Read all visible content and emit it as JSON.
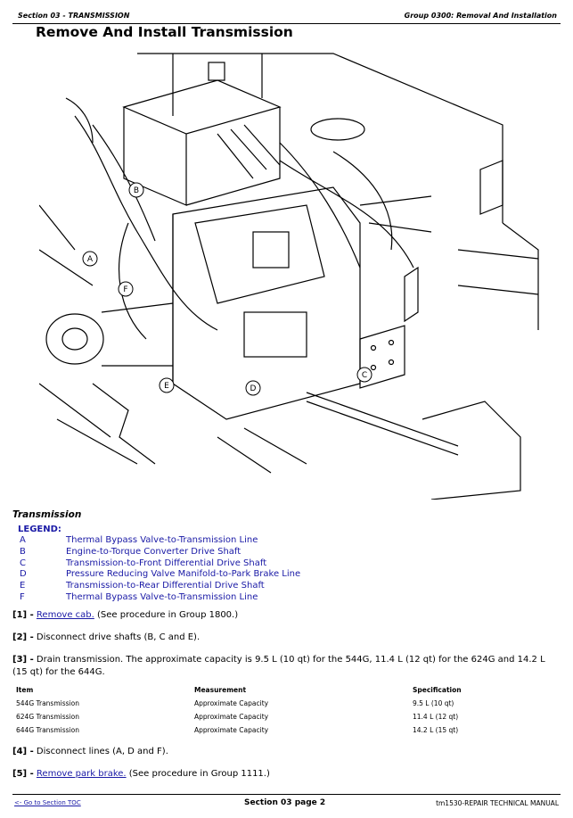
{
  "header": {
    "section": "Section 03 - TRANSMISSION",
    "group": "Group 0300: Removal And Installation"
  },
  "title": "Remove And Install Transmission",
  "figure": {
    "callouts": [
      "A",
      "B",
      "C",
      "D",
      "E",
      "F"
    ]
  },
  "caption": "Transmission",
  "legend": {
    "title": "LEGEND:",
    "items": [
      {
        "key": "A",
        "text": "Thermal Bypass Valve-to-Transmission Line"
      },
      {
        "key": "B",
        "text": "Engine-to-Torque Converter Drive Shaft"
      },
      {
        "key": "C",
        "text": "Transmission-to-Front Differential Drive Shaft"
      },
      {
        "key": "D",
        "text": "Pressure Reducing Valve Manifold-to-Park Brake Line"
      },
      {
        "key": "E",
        "text": "Transmission-to-Rear Differential Drive Shaft"
      },
      {
        "key": "F",
        "text": "Thermal Bypass Valve-to-Transmission Line"
      }
    ]
  },
  "steps": {
    "s1": {
      "num": "[1] -",
      "link": "Remove cab.",
      "text": " (See procedure in Group 1800.)"
    },
    "s2": {
      "num": "[2] -",
      "text": " Disconnect drive shafts (B, C and E)."
    },
    "s3": {
      "num": "[3] -",
      "text": " Drain transmission. The approximate capacity is 9.5 L (10 qt) for the 544G, 11.4 L (12 qt) for the 624G and 14.2 L (15 qt) for the 644G."
    },
    "s4": {
      "num": "[4] -",
      "text": " Disconnect lines (A, D and F)."
    },
    "s5": {
      "num": "[5] -",
      "link": "Remove park brake.",
      "text": " (See procedure in Group 1111.)"
    }
  },
  "table": {
    "headers": [
      "Item",
      "Measurement",
      "Specification"
    ],
    "rows": [
      [
        "544G Transmission",
        "Approximate Capacity",
        "9.5 L (10 qt)"
      ],
      [
        "624G Transmission",
        "Approximate Capacity",
        "11.4 L (12 qt)"
      ],
      [
        "644G Transmission",
        "Approximate Capacity",
        "14.2 L (15 qt)"
      ]
    ]
  },
  "footer": {
    "toc": "<- Go to Section TOC",
    "page": "Section 03 page 2",
    "manual": "tm1530-REPAIR TECHNICAL MANUAL"
  }
}
